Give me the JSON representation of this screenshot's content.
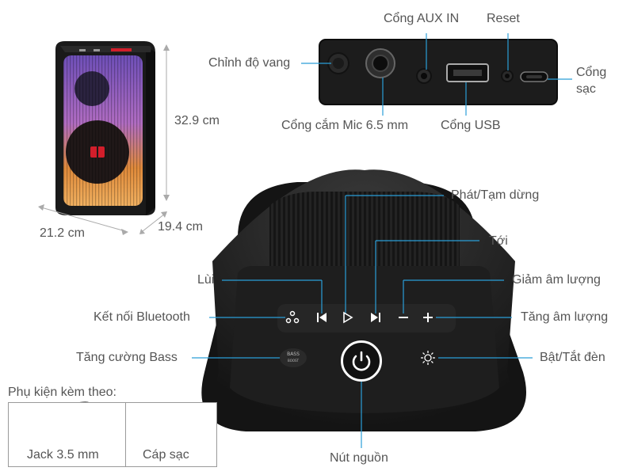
{
  "dimensions": {
    "height": "32.9 cm",
    "width": "21.2 cm",
    "depth": "19.4 cm"
  },
  "top_panel": {
    "echo": "Chỉnh độ vang",
    "aux": "Cổng AUX IN",
    "reset": "Reset",
    "charge_line1": "Cổng",
    "charge_line2": "sạc",
    "mic": "Cổng cắm Mic 6.5 mm",
    "usb": "Cổng USB"
  },
  "controls": {
    "play_pause": "Phát/Tạm dừng",
    "next": "Tới",
    "prev": "Lùi",
    "vol_down": "Giảm âm lượng",
    "bluetooth": "Kết nối Bluetooth",
    "vol_up": "Tăng âm lượng",
    "bass": "Tăng cường Bass",
    "light": "Bật/Tắt đèn",
    "power": "Nút nguồn",
    "bass_button_text_1": "BASS",
    "bass_button_text_2": "BOOST"
  },
  "accessories": {
    "title": "Phụ kiện kèm theo:",
    "items": [
      "Jack 3.5 mm",
      "Cáp sạc"
    ]
  },
  "colors": {
    "leader": "#2a9ed8",
    "text": "#555555",
    "body": "#1b1b1b",
    "glow_top": "#8a5cc8",
    "glow_bottom": "#e08a3a"
  }
}
